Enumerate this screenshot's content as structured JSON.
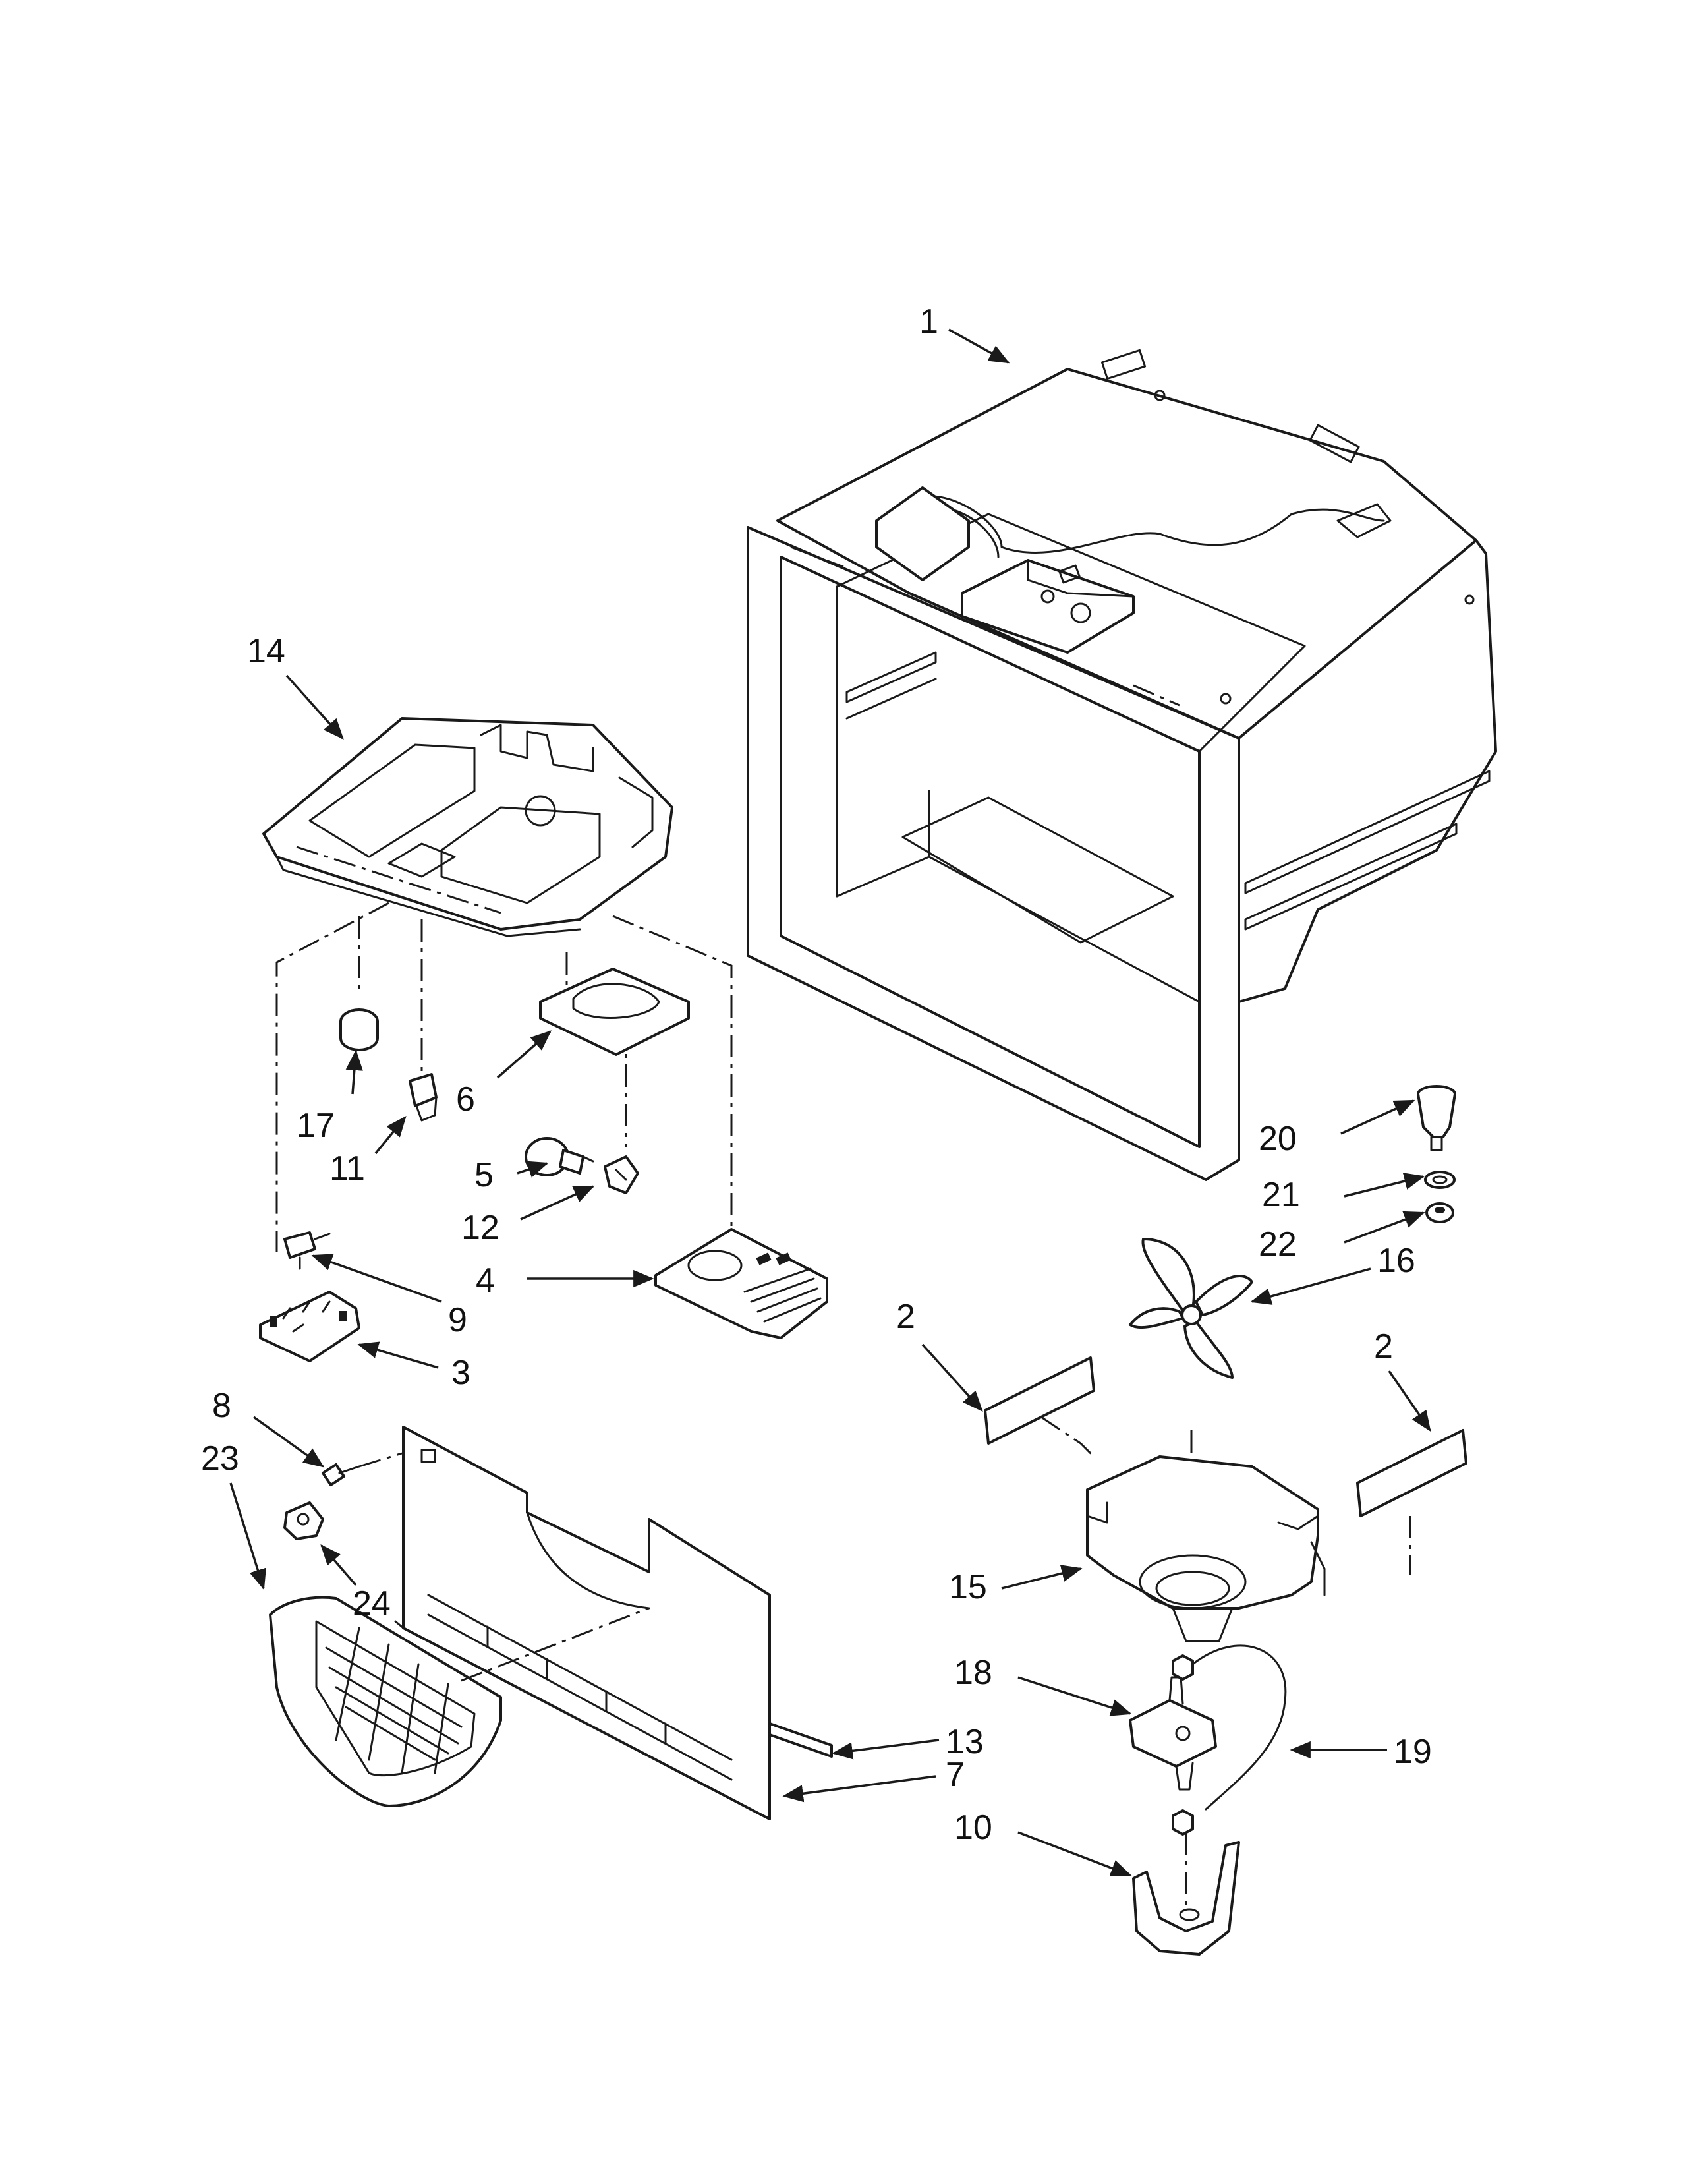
{
  "callouts": {
    "c1": "1",
    "c2a": "2",
    "c2b": "2",
    "c3": "3",
    "c4": "4",
    "c5": "5",
    "c6": "6",
    "c7": "7",
    "c8": "8",
    "c9": "9",
    "c10": "10",
    "c11": "11",
    "c12": "12",
    "c13": "13",
    "c14": "14",
    "c15": "15",
    "c16": "16",
    "c17": "17",
    "c18": "18",
    "c19": "19",
    "c20": "20",
    "c21": "21",
    "c22": "22",
    "c23": "23",
    "c24": "24"
  },
  "colors": {
    "line": "#1a1a1a",
    "background": "#ffffff"
  }
}
